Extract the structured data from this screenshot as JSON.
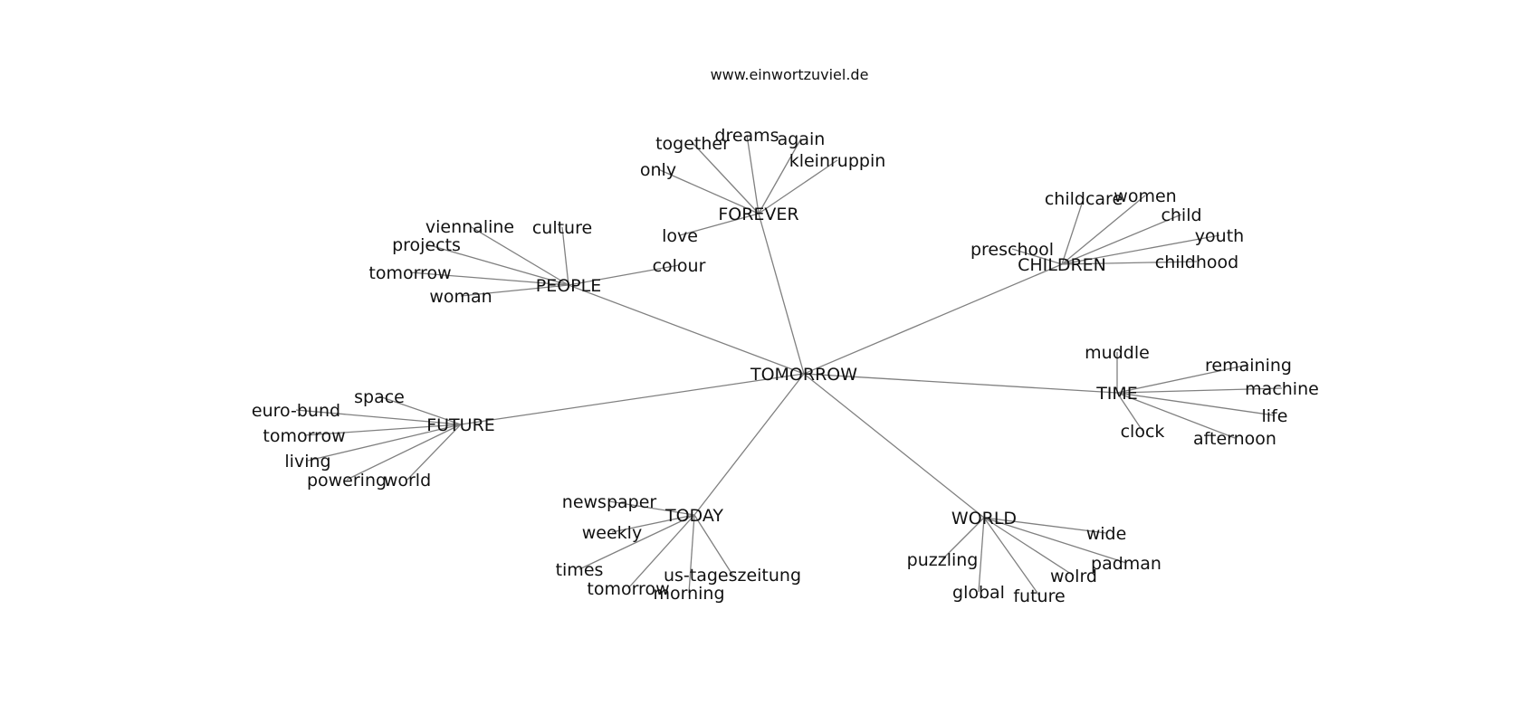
{
  "site": "www.einwortzuviel.de",
  "root": "TOMORROW",
  "clusters": [
    {
      "name": "FOREVER",
      "words": [
        "together",
        "dreams",
        "again",
        "kleinruppin",
        "only",
        "love"
      ]
    },
    {
      "name": "CHILDREN",
      "words": [
        "childcare",
        "women",
        "child",
        "youth",
        "preschool",
        "childhood"
      ]
    },
    {
      "name": "PEOPLE",
      "words": [
        "viennaline",
        "culture",
        "projects",
        "tomorrow",
        "woman",
        "colour"
      ]
    },
    {
      "name": "TIME",
      "words": [
        "muddle",
        "remaining",
        "machine",
        "life",
        "clock",
        "afternoon"
      ]
    },
    {
      "name": "FUTURE",
      "words": [
        "space",
        "euro-bund",
        "tomorrow",
        "living",
        "powering",
        "world"
      ]
    },
    {
      "name": "TODAY",
      "words": [
        "newspaper",
        "weekly",
        "times",
        "tomorrow",
        "morning",
        "us-tageszeitung"
      ]
    },
    {
      "name": "WORLD",
      "words": [
        "wide",
        "padman",
        "wolrd",
        "future",
        "global",
        "puzzling"
      ]
    }
  ]
}
